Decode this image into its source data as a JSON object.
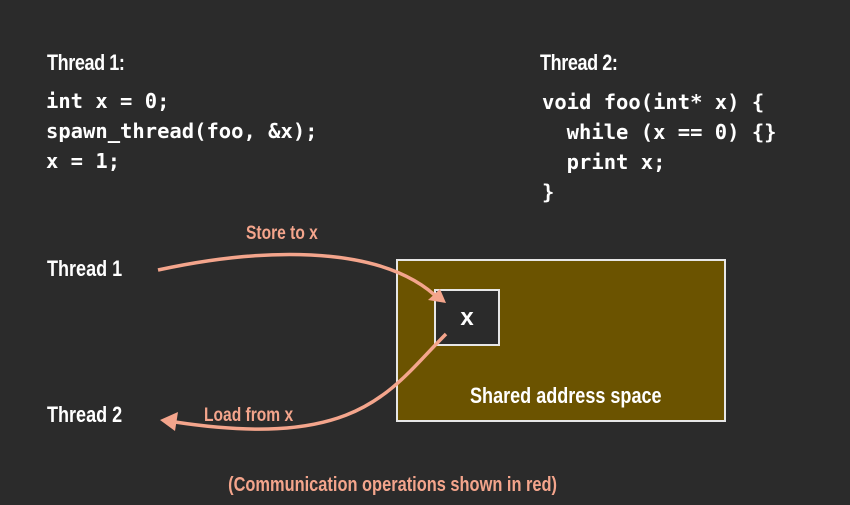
{
  "thread1": {
    "heading": "Thread 1:",
    "code": [
      "int x = 0;",
      "spawn_thread(foo, &x);",
      "x = 1;"
    ]
  },
  "thread2": {
    "heading": "Thread 2:",
    "code": [
      "void foo(int* x) {",
      "  while (x == 0) {}",
      "  print x;",
      "}"
    ]
  },
  "diagram": {
    "thread1_label": "Thread 1",
    "thread2_label": "Thread 2",
    "store_label": "Store to x",
    "load_label": "Load from x",
    "variable_label": "x",
    "shared_label": "Shared address space"
  },
  "footnote": "(Communication operations shown in red)",
  "colors": {
    "background": "#2b2b2b",
    "shared_space": "#6b5300",
    "communication": "#f4a58c",
    "text": "#ffffff"
  }
}
